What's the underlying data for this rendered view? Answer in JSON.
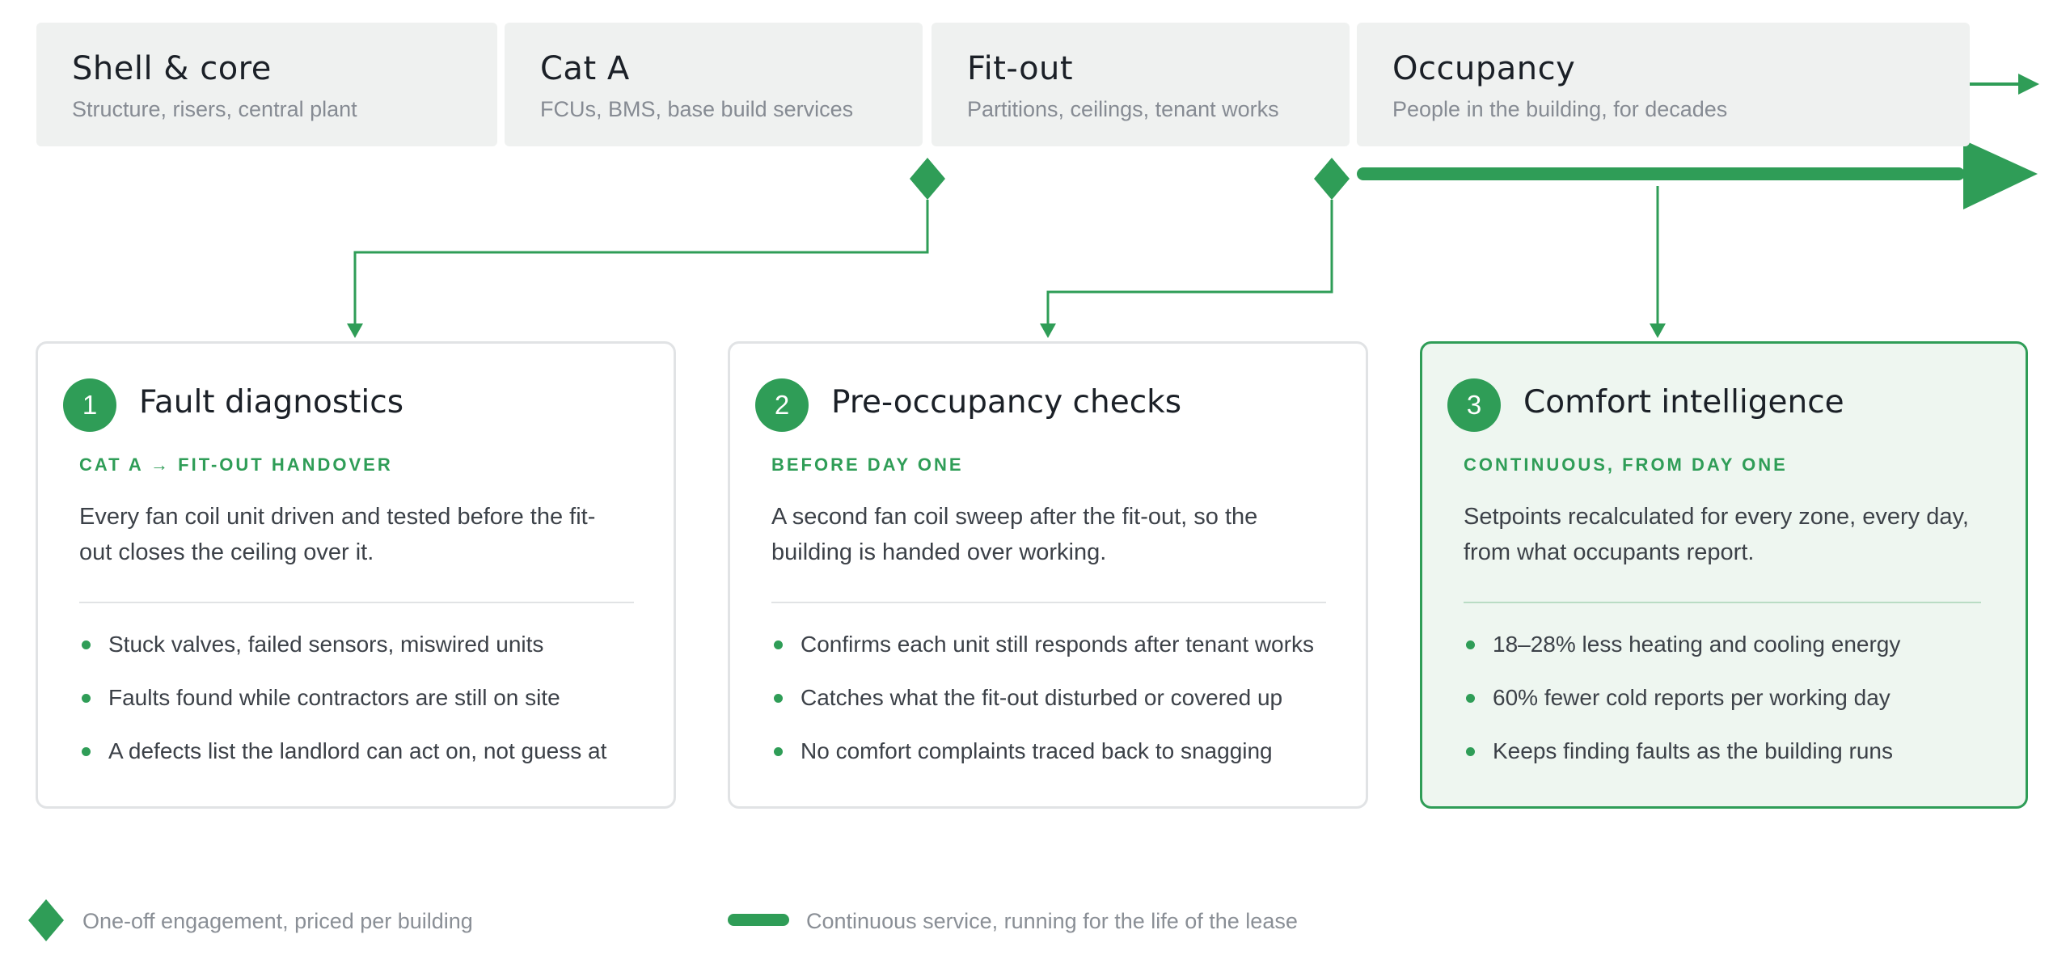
{
  "colors": {
    "accent": "#2f9d57",
    "phase_bg": "#eff1f0",
    "featured_card_bg": "#eef6f0",
    "card_border": "#e1e3e5",
    "text_dark": "#1b2027",
    "text_muted": "#868b93"
  },
  "phases": [
    {
      "title": "Shell & core",
      "subtitle": "Structure, risers, central plant"
    },
    {
      "title": "Cat A",
      "subtitle": "FCUs, BMS, base build services"
    },
    {
      "title": "Fit-out",
      "subtitle": "Partitions, ceilings, tenant works"
    },
    {
      "title": "Occupancy",
      "subtitle": "People in the building, for decades"
    }
  ],
  "cards": [
    {
      "number": "1",
      "title": "Fault diagnostics",
      "kicker": "CAT A → FIT-OUT HANDOVER",
      "description": "Every fan coil unit driven and tested before the fit-out closes the ceiling over it.",
      "bullets": [
        "Stuck valves, failed sensors, miswired units",
        "Faults found while contractors are still on site",
        "A defects list the landlord can act on, not guess at"
      ]
    },
    {
      "number": "2",
      "title": "Pre-occupancy checks",
      "kicker": "BEFORE DAY ONE",
      "description": "A second fan coil sweep after the fit-out, so the building is handed over working.",
      "bullets": [
        "Confirms each unit still responds after tenant works",
        "Catches what the fit-out disturbed or covered up",
        "No comfort complaints traced back to snagging"
      ]
    },
    {
      "number": "3",
      "title": "Comfort intelligence",
      "kicker": "CONTINUOUS, FROM DAY ONE",
      "description": "Setpoints recalculated for every zone, every day, from what occupants report.",
      "bullets": [
        "18–28% less heating and cooling energy",
        "60% fewer cold reports per working day",
        "Keeps finding faults as the building runs"
      ]
    }
  ],
  "legend": {
    "one_off": "One-off engagement, priced per building",
    "continuous": "Continuous service, running for the life of the lease"
  }
}
